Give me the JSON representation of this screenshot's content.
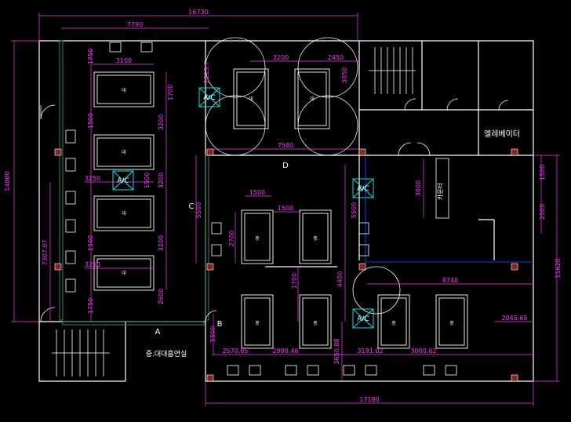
{
  "dimensions": {
    "top_overall": "16730",
    "top_left": "7790",
    "left_overall": "14800",
    "left_sub": "7307.07",
    "bottom_overall": "17180",
    "right_overall": "11620",
    "room_left_1": "3100",
    "room_left_2": "1700",
    "room_left_3": "3250",
    "room_left_4": "3200",
    "room_left_5": "3200",
    "room_left_6": "2600",
    "room_left_7": "3200",
    "room_left_8": "1750",
    "room_left_9": "1500",
    "room_left_10": "1500",
    "room_left_11": "1750",
    "room_left_12": "1500",
    "room_top_1": "3200",
    "room_top_2": "2450",
    "room_top_3": "3050",
    "room_top_4": "2213.7",
    "mid_width": "7580",
    "mid_1": "1500",
    "mid_2": "1500",
    "mid_3": "2700",
    "mid_4": "5500",
    "mid_5": "4400",
    "mid_6": "1700",
    "mid_7": "5500",
    "counter_h": "3000",
    "right_1": "1500",
    "right_2": "2500",
    "right_3": "8740",
    "right_4": "2045.65",
    "bottom_1": "2570.65",
    "bottom_2": "2999.46",
    "bottom_3": "3191.02",
    "bottom_4": "3000.62",
    "bottom_5": "3650.88",
    "mid_left": "5500"
  },
  "labels": {
    "elevator": "엘레베이터",
    "counter": "카운터",
    "stair_room": "중.대대흡연실",
    "section_a": "A",
    "section_b": "B",
    "section_c": "C",
    "section_d": "D",
    "ac": "A/C",
    "table_left": "대",
    "table_mid": "중"
  },
  "colors": {
    "wall": "#ffffff",
    "dimension": "#ff33ff",
    "ac_unit": "#00e5e5",
    "hatch": "#2e8b57",
    "column": "#8b2323",
    "blue_line": "#2233ff"
  }
}
